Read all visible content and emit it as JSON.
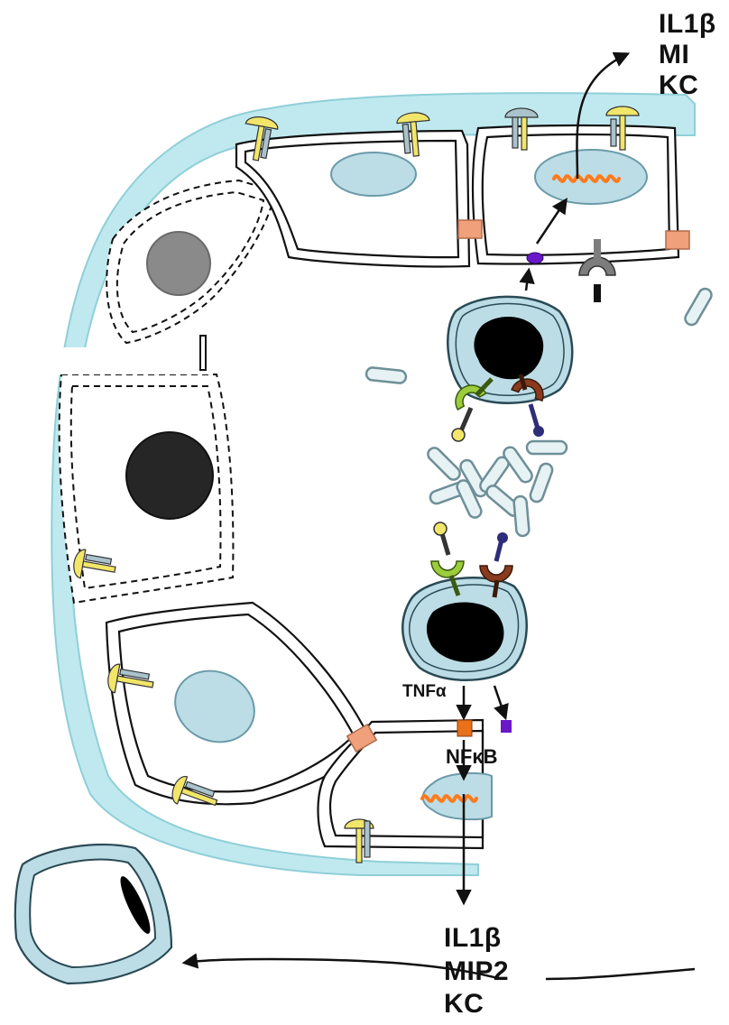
{
  "labels": {
    "top_right": [
      "IL1β",
      "MI",
      "KC"
    ],
    "bottom": [
      "IL1β",
      "MIP2",
      "KC"
    ],
    "tnf": "TNFα",
    "nfkb": "NFκB"
  },
  "colors": {
    "lining": "#bfe9ef",
    "cell_fill": "#ffffff",
    "cell_stroke": "#111111",
    "nucleus_fill": "#bcdde6",
    "nucleus_stroke": "#6a9aa8",
    "macrophage_fill": "#bcdde6",
    "macrophage_stroke": "#2a4a55",
    "tight_junction": "#f0a07a",
    "receptor_yellow": "#f1e66a",
    "receptor_blue": "#a9c3cd",
    "receptor_green": "#9ccc3c",
    "receptor_brown": "#8a3a1e",
    "ligand_navy": "#2d2d7a",
    "receptor_grey": "#7d7d7d",
    "signal_purple": "#6a18c8",
    "signal_orange": "#e8711a",
    "dna_orange": "#ff7a1a",
    "pathogen_fill": "#e6f2f4",
    "pathogen_stroke": "#6e8f98"
  },
  "icons": {
    "receptor": "mushroom-receptor-icon",
    "pathogen": "rod-pathogen-icon",
    "dna": "dna-coil-icon",
    "arrow": "arrow-icon"
  }
}
